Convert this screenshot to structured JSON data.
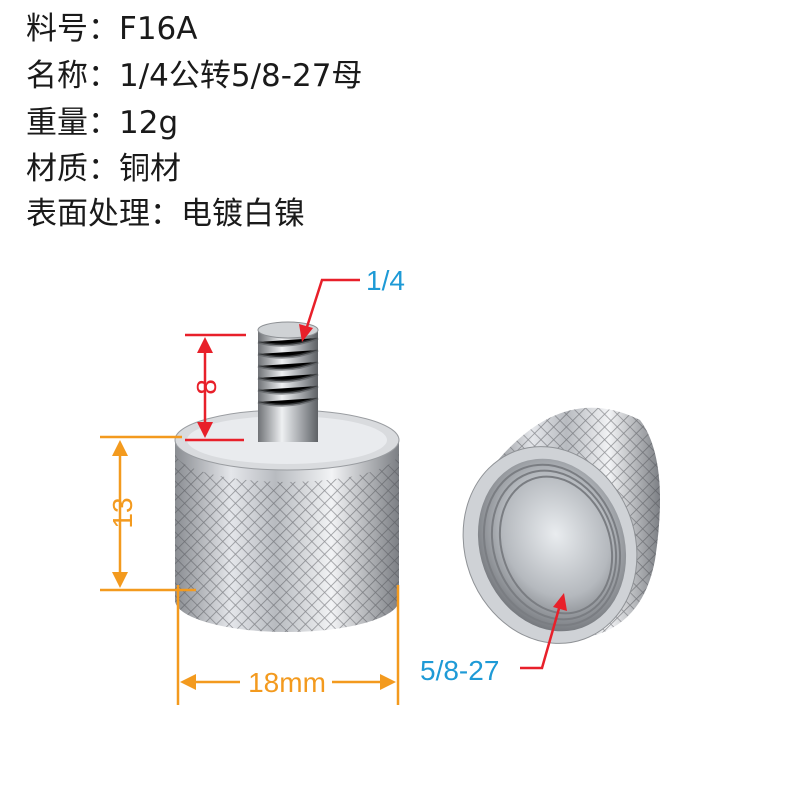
{
  "specs": [
    {
      "label": "料号：",
      "value": "F16A"
    },
    {
      "label": "名称：",
      "value": "1/4公转5/8-27母"
    },
    {
      "label": "重量：",
      "value": "12g"
    },
    {
      "label": "材质：",
      "value": "铜材"
    },
    {
      "label": "表面处理：",
      "value": "电镀白镍"
    }
  ],
  "dimensions": {
    "stud_thread": "1/4",
    "stud_length": "8",
    "body_height": "13",
    "body_diameter": "18mm",
    "female_thread": "5/8-27"
  },
  "colors": {
    "orange": "#f39a1e",
    "red": "#e8202a",
    "blue": "#1e9ad6"
  }
}
